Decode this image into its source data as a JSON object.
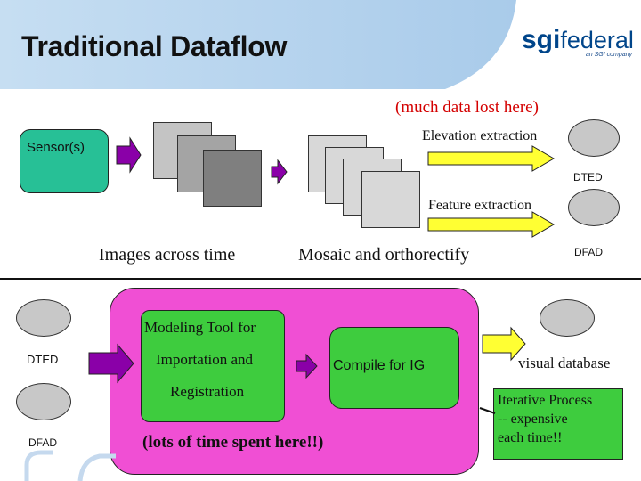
{
  "header": {
    "title": "Traditional Dataflow",
    "logo_sgi": "sgi",
    "logo_federal": "federal",
    "logo_tagline": "an SGI company"
  },
  "top_section": {
    "sensor_label": "Sensor(s)",
    "much_data_lost": "(much data lost here)",
    "elevation_extraction": "Elevation extraction",
    "dted": "DTED",
    "feature_extraction": "Feature extraction",
    "images_across_time": "Images across time",
    "mosaic_orthorectify": "Mosaic and orthorectify",
    "dfad": "DFAD"
  },
  "bottom_section": {
    "dted": "DTED",
    "dfad": "DFAD",
    "modeling_line1": "Modeling Tool for",
    "modeling_line2": "Importation and",
    "modeling_line3": "Registration",
    "compile": "Compile for IG",
    "lots_of_time": "(lots of time spent here!!)",
    "visual_database": "visual database",
    "iterative_lines": [
      "Iterative Process",
      "-- expensive",
      "each time!!"
    ]
  },
  "colors": {
    "green": "#3ecc3e",
    "teal": "#27c096",
    "pink": "#f04fd4",
    "purple": "#8a00a8",
    "yellow": "#ffff33",
    "red_text": "#d40000",
    "header_blue": "#bcd8ef",
    "logo_blue": "#00458a"
  }
}
